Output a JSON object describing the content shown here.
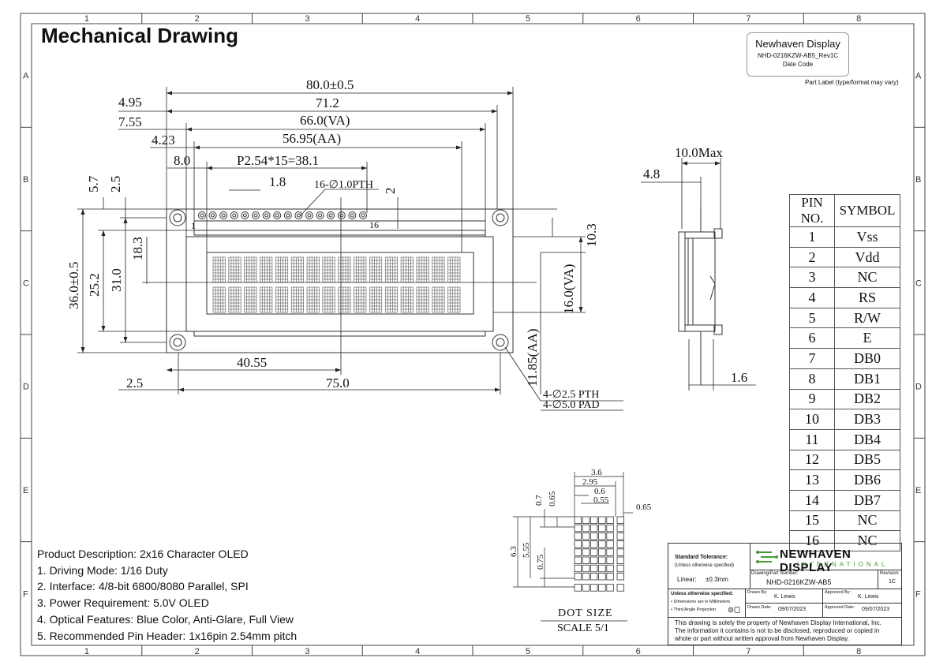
{
  "title": "Mechanical Drawing",
  "grid": {
    "cols": [
      "1",
      "2",
      "3",
      "4",
      "5",
      "6",
      "7",
      "8"
    ],
    "rows": [
      "A",
      "B",
      "C",
      "D",
      "E",
      "F"
    ]
  },
  "part_label": {
    "brand": "Newhaven Display",
    "part_number": "NHD-0216KZW-AB5_Rev1C",
    "date_code": "Date Code",
    "note": "Part Label (type/format may vary)"
  },
  "dimensions": {
    "d80": "80.0±0.5",
    "d71": "71.2",
    "d495": "4.95",
    "d66": "66.0(VA)",
    "d755": "7.55",
    "d5695": "56.95(AA)",
    "d423": "4.23",
    "d8": "8.0",
    "dpitch": "P2.54*15=38.1",
    "d18": "1.8",
    "dpth": "16-∅1.0PTH",
    "d2": "2",
    "d57": "5.7",
    "d25a": "2.5",
    "pin1": "1",
    "pin16": "16",
    "d183": "18.3",
    "d36": "36.0±0.5",
    "d252": "25.2",
    "d31": "31.0",
    "d103": "10.3",
    "d16va": "16.0(VA)",
    "d1185": "11.85(AA)",
    "d4055": "40.55",
    "d25b": "2.5",
    "d75": "75.0",
    "holes1": "4-∅2.5 PTH",
    "holes2": "4-∅5.0 PAD",
    "d10max": "10.0Max",
    "d48": "4.8",
    "d16": "1.6",
    "dot": {
      "d36": "3.6",
      "d295": "2.95",
      "d06": "0.6",
      "d055": "0.55",
      "d065b": "0.65",
      "d07": "0.7",
      "d065a": "0.65",
      "d63": "6.3",
      "d555": "5.55",
      "d075": "0.75"
    },
    "dot_size": "DOT SIZE",
    "scale": "SCALE 5/1"
  },
  "pin_table": {
    "headers": [
      "PIN NO.",
      "SYMBOL"
    ],
    "rows": [
      [
        "1",
        "Vss"
      ],
      [
        "2",
        "Vdd"
      ],
      [
        "3",
        "NC"
      ],
      [
        "4",
        "RS"
      ],
      [
        "5",
        "R/W"
      ],
      [
        "6",
        "E"
      ],
      [
        "7",
        "DB0"
      ],
      [
        "8",
        "DB1"
      ],
      [
        "9",
        "DB2"
      ],
      [
        "10",
        "DB3"
      ],
      [
        "11",
        "DB4"
      ],
      [
        "12",
        "DB5"
      ],
      [
        "13",
        "DB6"
      ],
      [
        "14",
        "DB7"
      ],
      [
        "15",
        "NC"
      ],
      [
        "16",
        "NC"
      ]
    ]
  },
  "description": [
    "Product Description: 2x16 Character OLED",
    "1. Driving Mode: 1/16 Duty",
    "2. Interface: 4/8-bit 6800/8080 Parallel, SPI",
    "3. Power Requirement: 5.0V OLED",
    "4. Optical Features: Blue Color, Anti-Glare, Full View",
    "5. Recommended Pin Header: 1x16pin 2.54mm pitch"
  ],
  "title_block": {
    "std_tol": "Standard Tolerance:",
    "std_tol_note": "(Unless otherwise specified)",
    "linear_label": "Linear:",
    "linear_value": "±0.3mm",
    "logo_main": "NEWHAVEN DISPLAY",
    "logo_sub": "INTERNATIONAL",
    "part_label": "Drawing/Part Number:",
    "part_number": "NHD-0216KZW-AB5",
    "revision_label": "Revision:",
    "revision": "1C",
    "unless": "Unless otherwise specified:",
    "unless_1": "• Dimensions are in Millimeters",
    "unless_2": "• Third Angle Projection",
    "drawn_by_label": "Drawn By:",
    "drawn_by": "K. Lewis",
    "approved_by_label": "Approved By:",
    "approved_by": "K. Lewis",
    "drawn_date_label": "Drawn Date:",
    "drawn_date": "09/07/2023",
    "approved_date_label": "Approved Date:",
    "approved_date": "09/07/2023",
    "notice_1": "This drawing is solely the property of Newhaven Display International, Inc.",
    "notice_2": "The information it contains is not to be disclosed, reproduced or copied in",
    "notice_3": "whole or part without written approval from Newhaven Display."
  },
  "colors": {
    "ink": "#111111",
    "logo_green": "#4a9a3a"
  }
}
